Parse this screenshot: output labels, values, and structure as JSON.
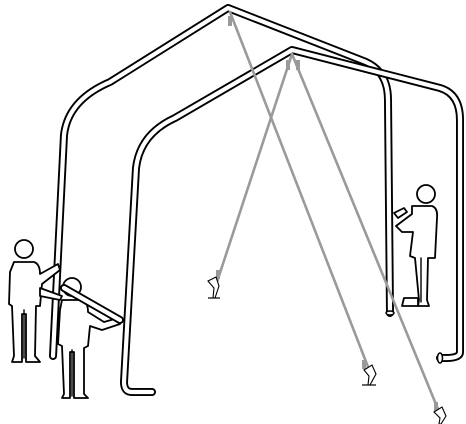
{
  "illustration": {
    "frames": [
      {
        "id": "front-frame",
        "icon": "arched-tube-frame"
      },
      {
        "id": "rear-frame",
        "icon": "arched-tube-frame"
      }
    ],
    "guy_ropes": [
      {
        "id": "rope-rear-peak-right",
        "icon": "guy-rope"
      },
      {
        "id": "rope-front-peak-left",
        "icon": "guy-rope"
      },
      {
        "id": "rope-front-peak-right",
        "icon": "guy-rope"
      }
    ],
    "stakes": [
      {
        "id": "stake-left",
        "icon": "ground-stake"
      },
      {
        "id": "stake-middle",
        "icon": "ground-stake"
      },
      {
        "id": "stake-right",
        "icon": "ground-stake"
      }
    ],
    "people": [
      {
        "id": "person-left-back",
        "icon": "person-holding-pole"
      },
      {
        "id": "person-left-front",
        "icon": "person-holding-pole"
      },
      {
        "id": "person-right",
        "icon": "person-holding-pole"
      }
    ],
    "colors": {
      "line": "#000000",
      "rope": "#9a9a9a",
      "fill": "#ffffff"
    }
  }
}
